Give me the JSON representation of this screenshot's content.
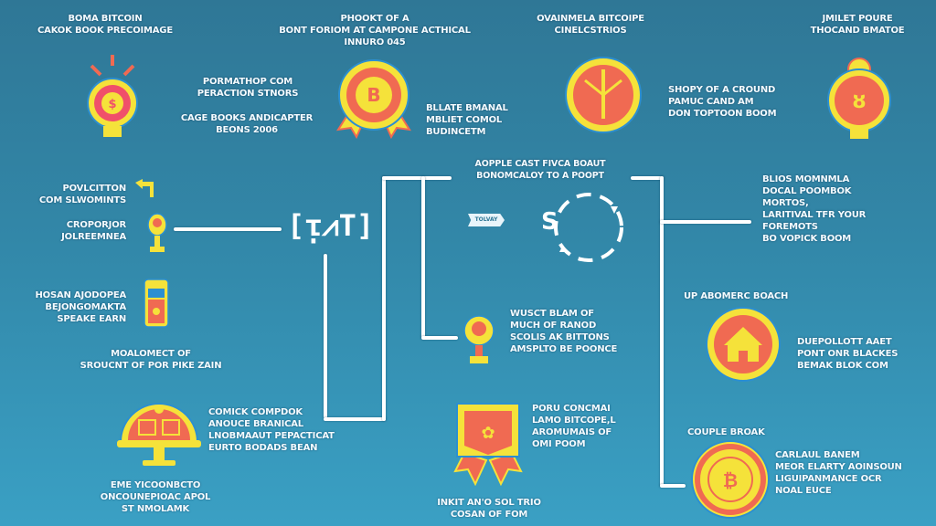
{
  "colors": {
    "background_top": "#2f7796",
    "background_bottom": "#3aa0c4",
    "badge_red": "#f0506a",
    "badge_yellow": "#f5e23a",
    "connector": "#ffffff"
  },
  "top_row": {
    "item1": {
      "title": "BOMA BITCOIN\nCAKOK BOOK PRECOIMAGE",
      "icon": "sun-badge-icon"
    },
    "item1_side": {
      "text1": "PORMATHOP COM\nPERACTION STNORS",
      "text2": "CAGE BOOKS ANDICAPTER\nBEONS 2006"
    },
    "item2": {
      "title": "PHOOKT OF A\nBONT FORIOM AT CAMPONE ACTHICAL\nINNURO 045",
      "icon": "bitcoin-medal-icon",
      "side": "BLLATE BMANAL\nMBLIET COMOL\nBUDINCETM"
    },
    "item3": {
      "title": "OVAINMELA BITCOIPE\nCINELCSTRIOS",
      "icon": "peace-badge-icon",
      "side": "SHOPY OF A CROUND\nPAMUC CAND AM\nDON TOPTOON BOOM"
    },
    "item4": {
      "title": "JMILET POURE\nTHOCAND BMATOE",
      "icon": "ornate-crest-icon"
    }
  },
  "middle": {
    "left_items": [
      {
        "text": "POVLCITTON\nCOM SLWOMINTS",
        "icon": "flag-icon"
      },
      {
        "text": "CROPORJOR\nJOLREEMNEA",
        "icon": "trophy-icon"
      },
      {
        "text": "HOSAN AJODOPEA\nBEJONGOMAKTA\nSPEAKE EARN",
        "icon": "phone-icon"
      }
    ],
    "hub_label": "[ᴉ⩘T]",
    "center_title": "AOPPLE CAST FIVCA BOAUT\nBONOMCALOY TO A POOPT",
    "center_tag": "TOLVAY",
    "center_symbol": "S",
    "right_note": "BLIOS MOMNMLA\nDOCAL POOMBOK\nMORTOS,\nLARITIVAL TFR YOUR\nFOREMOTS\nBO VOPICK BOOM"
  },
  "lower": {
    "left_caption": "MOALOMECT OF\nSROUCNT OF POR PIKE ZAIN",
    "laptop_side": "COMICK COMPDOK\nANOUCE BRANICAL\nLNOBMAAUT PEPACTICAT\nEURTO BODADS BEAN",
    "laptop_icon": "monitor-badge-icon",
    "laptop_caption": "EME YICOONBCTO\nONCOUNEPIOAC APOL\nST NMOLAMK",
    "trophy_small": {
      "text": "WUSCT BLAM OF\nMUCH OF RANOD\nSCOLIS AK BITTONS\nAMSPLTO BE POONCE",
      "icon": "small-trophy-icon"
    },
    "ribbon": {
      "text": "PORU CONCMAI\nLAMO BITCOPE,L\nAROMUMAIS OF\nOMI POOM",
      "icon": "ribbon-award-icon",
      "caption": "INKIT AN'O SOL TRIO\nCOSAN OF FOM"
    },
    "house": {
      "title": "UP ABOMERC BOACH",
      "text": "DUEPOLLOTT AAET\nPONT ONR BLACKES\nBEMAK BLOK COM",
      "icon": "house-badge-icon"
    },
    "coin": {
      "title": "COUPLE BROAK",
      "text": "CARLAUL BANEM\nMEOR ELARTY AOINSOUN\nLIGUIPANMANCE OCR\nNOAL EUCE",
      "icon": "coin-badge-icon"
    }
  }
}
